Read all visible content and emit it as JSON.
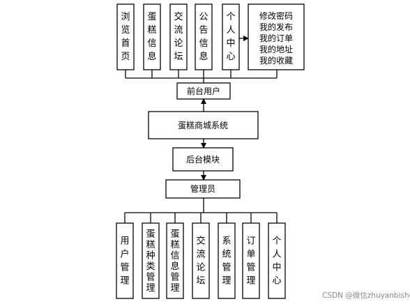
{
  "top_modules": [
    {
      "key": "browse-home",
      "label": "浏览首页"
    },
    {
      "key": "cake-info",
      "label": "蛋糕信息"
    },
    {
      "key": "forum",
      "label": "交流论坛"
    },
    {
      "key": "notice-info",
      "label": "公告信息"
    },
    {
      "key": "personal-center",
      "label": "个人中心"
    }
  ],
  "personal_center_items": [
    "修改密码",
    "我的发布",
    "我的订单",
    "我的地址",
    "我的收藏"
  ],
  "front_user": "前台用户",
  "system": "蛋糕商城系统",
  "backend_module": "后台模块",
  "admin": "管理员",
  "bottom_modules": [
    {
      "key": "user-management",
      "label": "用户管理"
    },
    {
      "key": "cake-category-management",
      "label": "蛋糕种类管理"
    },
    {
      "key": "cake-info-management",
      "label": "蛋糕信息管理"
    },
    {
      "key": "forum",
      "label": "交流论坛"
    },
    {
      "key": "system-management",
      "label": "系统管理"
    },
    {
      "key": "order-management",
      "label": "订单管理"
    },
    {
      "key": "personal-center",
      "label": "个人中心"
    }
  ],
  "watermark": "CSDN @微信zhuyanbishe"
}
